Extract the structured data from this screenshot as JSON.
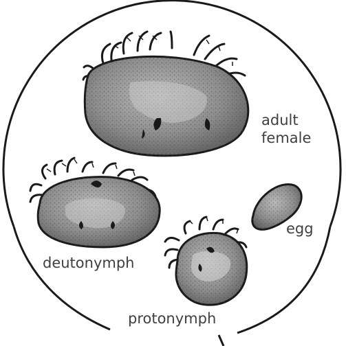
{
  "labels": {
    "adult_line1": "adult",
    "adult_line2": "female",
    "egg": "egg",
    "deutonymph": "deutonymph",
    "protonymph": "protonymph"
  },
  "colors": {
    "outline": "#1a1a1a",
    "body_fill": "#8c8c8c",
    "body_stipple": "#5a5a5a",
    "label_text": "#3f3f3f",
    "background": "#ffffff"
  }
}
